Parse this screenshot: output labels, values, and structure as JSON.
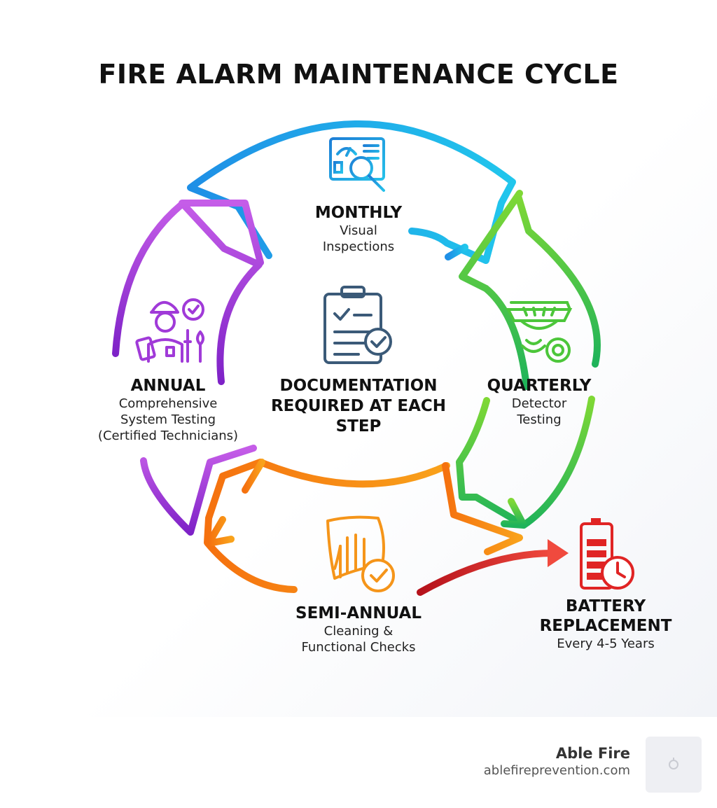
{
  "title": "FIRE ALARM MAINTENANCE CYCLE",
  "center": {
    "head": "DOCUMENTATION REQUIRED AT EACH STEP",
    "icon": "clipboard-check-icon"
  },
  "stages": {
    "monthly": {
      "head": "MONTHLY",
      "sub1": "Visual",
      "sub2": "Inspections",
      "icon": "control-panel-magnifier-icon",
      "color": "#1aa7e8"
    },
    "quarterly": {
      "head": "QUARTERLY",
      "sub1": "Detector",
      "sub2": "Testing",
      "icon": "smoke-detector-icon",
      "color": "#4cc63a"
    },
    "semi_annual": {
      "head": "SEMI-ANNUAL",
      "sub1": "Cleaning &",
      "sub2": "Functional Checks",
      "icon": "cleaning-hand-icon",
      "color": "#f58a0a"
    },
    "annual": {
      "head": "ANNUAL",
      "sub1": "Comprehensive",
      "sub2": "System Testing",
      "sub3": "(Certified Technicians)",
      "icon": "technician-icon",
      "color": "#9b35d8"
    },
    "battery": {
      "head1": "BATTERY",
      "head2": "REPLACEMENT",
      "sub1": "Every 4-5 Years",
      "icon": "battery-clock-icon",
      "color": "#e02424"
    }
  },
  "footer": {
    "brand_name": "Able Fire",
    "brand_url": "ablefireprevention.com",
    "logo_icon": "able-fire-logo-icon"
  }
}
